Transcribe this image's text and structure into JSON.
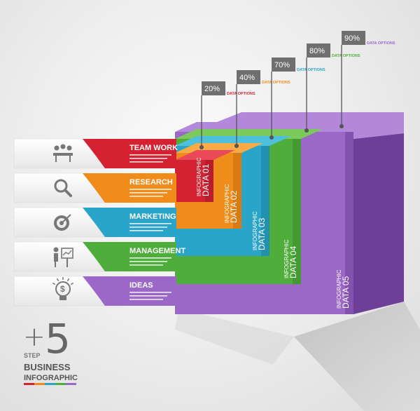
{
  "steps": [
    {
      "title": "TEAM WORK",
      "icon": "team-meeting-icon",
      "color": "#d42233",
      "dark": "#a31826",
      "light": "#ea4a57",
      "data_label": "INFOGRAPHIC DATA 01",
      "percent": "20%",
      "option": "DATA OPTIONS"
    },
    {
      "title": "RESEARCH",
      "icon": "magnifier-icon",
      "color": "#f08c1a",
      "dark": "#c66d0d",
      "light": "#f7aa45",
      "data_label": "INFOGRAPHIC DATA 02",
      "percent": "40%",
      "option": "DATA OPTIONS"
    },
    {
      "title": "MARKETING",
      "icon": "target-arrow-icon",
      "color": "#2aa4c8",
      "dark": "#1b7f9c",
      "light": "#4dc0dd",
      "data_label": "INFOGRAPHIC DATA 03",
      "percent": "70%",
      "option": "DATA OPTIONS"
    },
    {
      "title": "MANAGEMENT",
      "icon": "presenter-board-icon",
      "color": "#4fae3b",
      "dark": "#3b8a2c",
      "light": "#7cc95c",
      "data_label": "INFOGRAPHIC DATA 04",
      "percent": "80%",
      "option": "DATA OPTIONS"
    },
    {
      "title": "IDEAS",
      "icon": "lightbulb-dollar-icon",
      "color": "#9b68c8",
      "dark": "#6e3f99",
      "light": "#b387d9",
      "data_label": "INFOGRAPHIC DATA 05",
      "percent": "90%",
      "option": "DATA OPTIONS"
    }
  ],
  "brand": {
    "plus": "+",
    "number": "5",
    "step": "STEP",
    "line1": "BUSINESS",
    "line2": "INFOGRAPHIC",
    "stripe_colors": [
      "#d42233",
      "#f08c1a",
      "#2aa4c8",
      "#4fae3b",
      "#9b68c8"
    ]
  },
  "colors": {
    "callout_box": "#6f6f6f",
    "callout_text": "#ffffff",
    "text_dark": "#555555"
  }
}
